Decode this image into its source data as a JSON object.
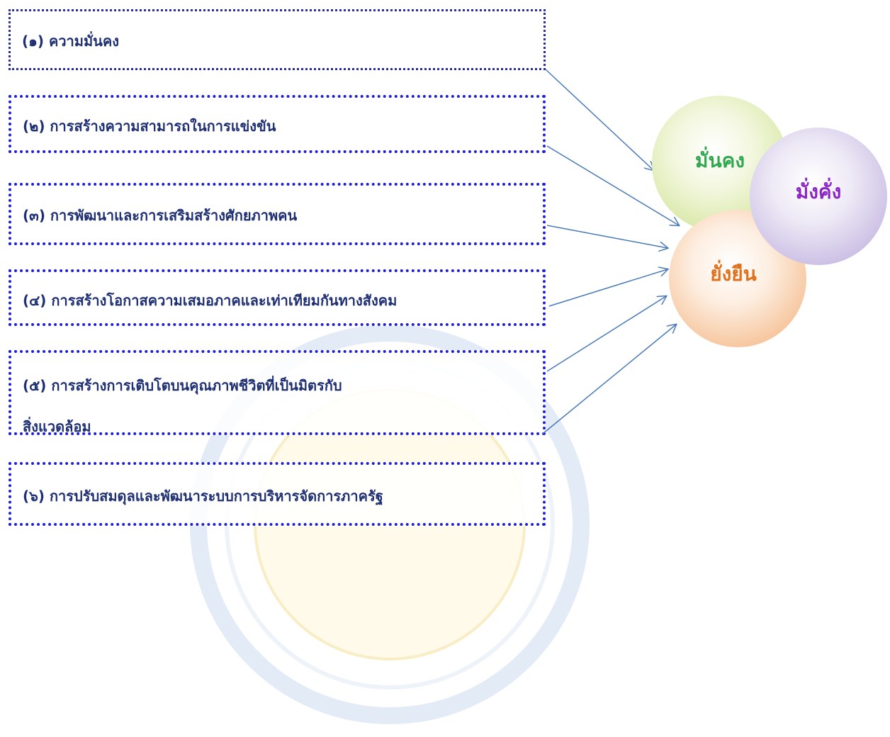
{
  "boxes": [
    {
      "line1": "(๑) ความมั่นคง",
      "line2": ""
    },
    {
      "line1": "(๒) การสร้างความสามารถในการแข่งขัน",
      "line2": ""
    },
    {
      "line1": "(๓) การพัฒนาและการเสริมสร้างศักยภาพคน",
      "line2": ""
    },
    {
      "line1": "(๔) การสร้างโอกาสความเสมอภาคและเท่าเทียมกันทางสังคม",
      "line2": ""
    },
    {
      "line1": "(๕) การสร้างการเติบโตบนคุณภาพชีวิตที่เป็นมิตรกับ",
      "line2": "สิ่งแวดล้อม"
    },
    {
      "line1": "(๖) การปรับสมดุลและพัฒนาระบบการบริหารจัดการภาครัฐ",
      "line2": ""
    }
  ],
  "circles": {
    "green": {
      "label": "มั่นคง",
      "color": "#2fa84f"
    },
    "purple": {
      "label": "มั่งคั่ง",
      "color": "#8b26c5"
    },
    "orange": {
      "label": "ยั่งยืน",
      "color": "#e0701c"
    }
  },
  "colors": {
    "border": "#1f1fd6",
    "text": "#1f2f73",
    "arrow": "#4a7ab8"
  }
}
